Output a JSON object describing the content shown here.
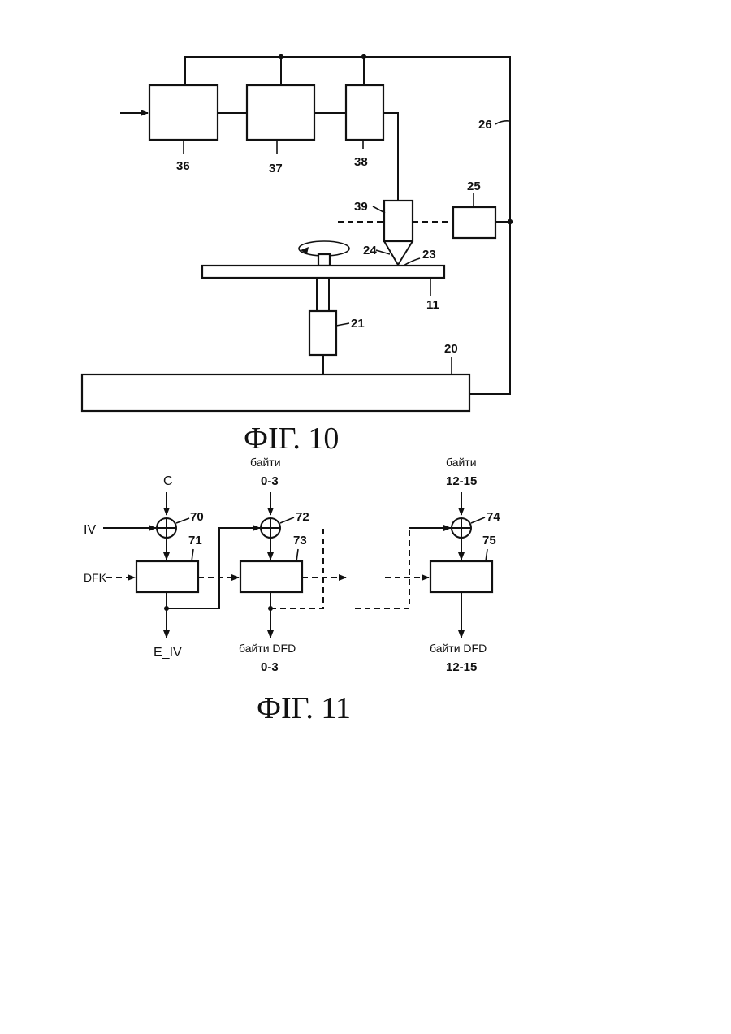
{
  "figure10": {
    "caption": "ФІГ. 10",
    "labels": {
      "b36": "36",
      "b37": "37",
      "b38": "38",
      "b39": "39",
      "b25": "25",
      "b26": "26",
      "b24": "24",
      "b23": "23",
      "b11": "11",
      "b21": "21",
      "b20": "20"
    }
  },
  "figure11": {
    "caption": "ФІГ. 11",
    "labels": {
      "c": "C",
      "iv": "IV",
      "dfk": "DFK",
      "e_iv": "E_IV",
      "bytes_word": "байти",
      "bytes_in_1": "0-3",
      "bytes_in_2": "12-15",
      "dfd_1": "байти DFD",
      "dfd_1_range": "0-3",
      "dfd_2": "байти DFD",
      "dfd_2_range": "12-15",
      "n70": "70",
      "n71": "71",
      "n72": "72",
      "n73": "73",
      "n74": "74",
      "n75": "75"
    }
  }
}
